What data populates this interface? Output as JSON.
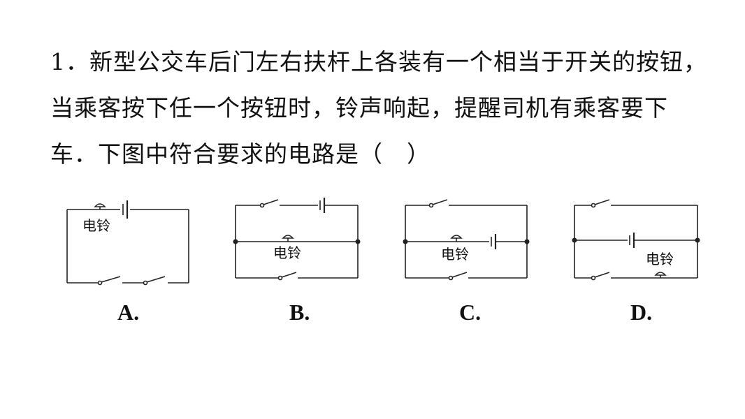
{
  "question": {
    "line1": "1．新型公交车后门左右扶杆上各装有一个相当于开关的按钮，",
    "line2": "当乘客按下任一个按钮时，铃声响起，提醒司机有乘客要下",
    "line3": "车．下图中符合要求的电路是（　）"
  },
  "diagrams": {
    "A": {
      "bell_label": "电铃",
      "option_label": "A."
    },
    "B": {
      "bell_label": "电铃",
      "option_label": "B."
    },
    "C": {
      "bell_label": "电铃",
      "option_label": "C."
    },
    "D": {
      "bell_label": "电铃",
      "option_label": "D."
    }
  }
}
